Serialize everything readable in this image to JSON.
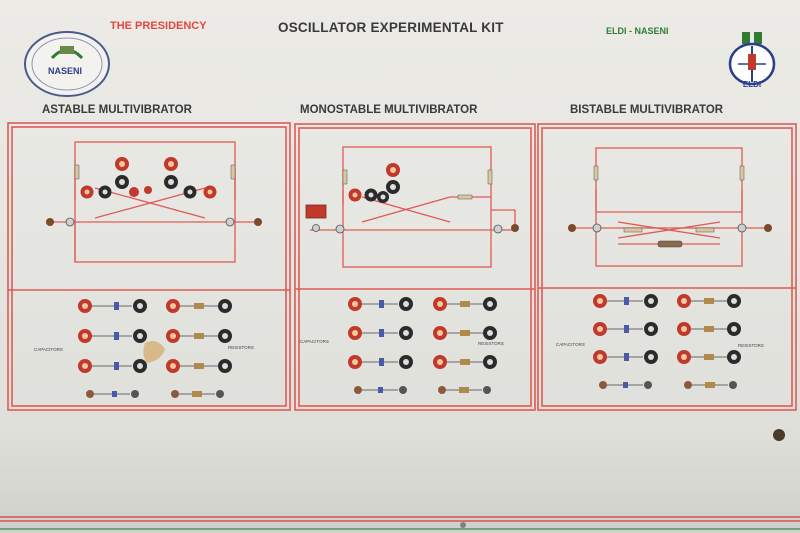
{
  "header": {
    "presidency": "THE PRESIDENCY",
    "title": "OSCILLATOR EXPERIMENTAL KIT",
    "eldi_naseni": "ELDI - NASENI"
  },
  "logos": {
    "naseni": "NASENI",
    "eldi": "ELDI"
  },
  "sections": [
    {
      "title": "ASTABLE MULTIVIBRATOR",
      "capacitors_label": "CAPACITORS",
      "resistors_label": "RESISTORS"
    },
    {
      "title": "MONOSTABLE MULTIVIBRATOR",
      "capacitors_label": "CAPACITORS",
      "resistors_label": "RESISTORS"
    },
    {
      "title": "BISTABLE MULTIVIBRATOR",
      "capacitors_label": "CAPACITORS",
      "resistors_label": "RESISTORS"
    }
  ],
  "colors": {
    "frame_red": "#e05a55",
    "terminal_red": "#c0392b",
    "terminal_black": "#2b2b2b",
    "brand_green": "#2f7d35",
    "brand_blue": "#2d3f8c"
  }
}
